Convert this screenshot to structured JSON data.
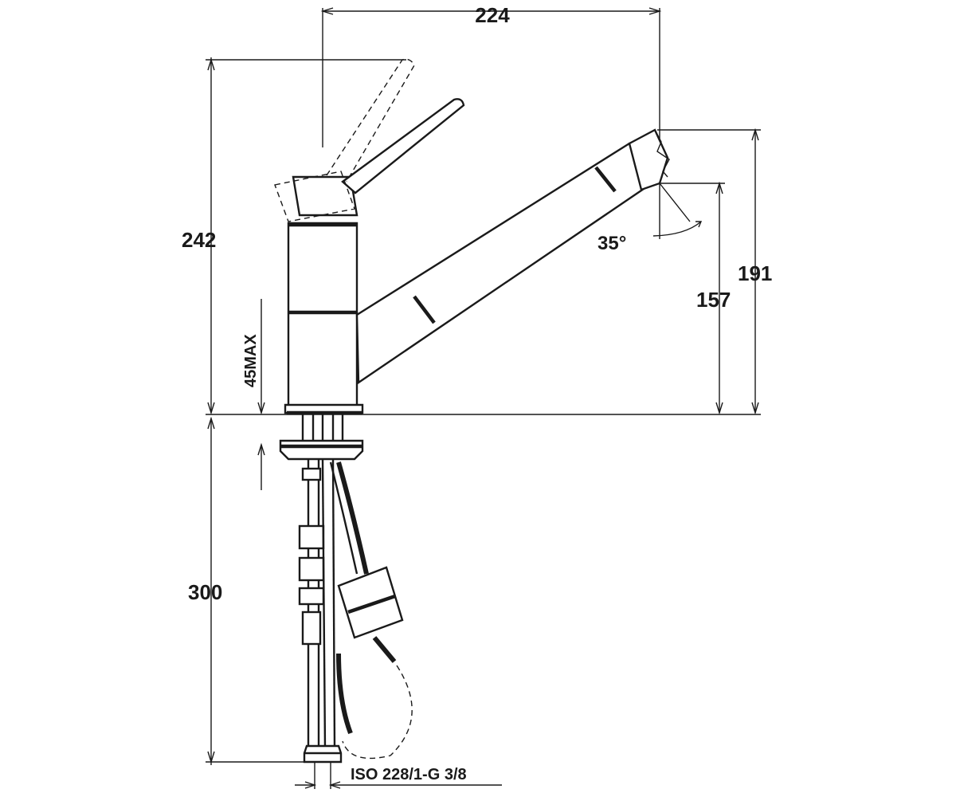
{
  "dimensions": {
    "width_top": "224",
    "height_total": "242",
    "height_spout": "191",
    "height_outlet": "157",
    "spray_angle": "35°",
    "deck_thickness": "45MAX",
    "below_deck": "300",
    "connection": "ISO 228/1-G 3/8"
  }
}
